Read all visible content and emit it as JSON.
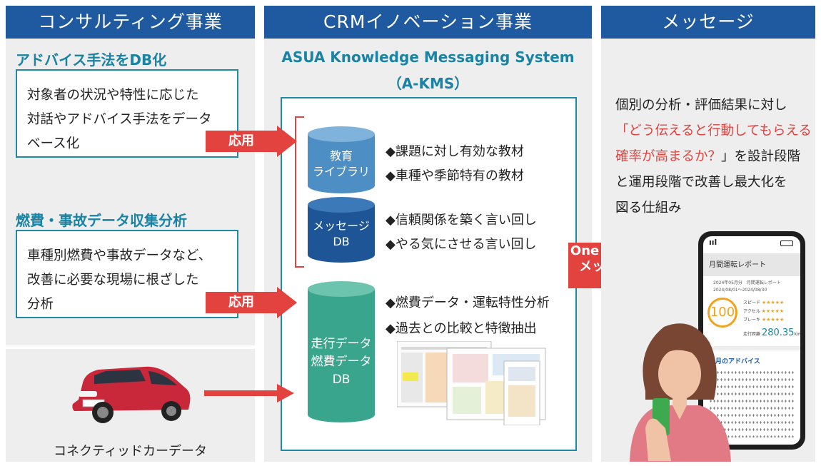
{
  "headers": {
    "consulting": "コンサルティング事業",
    "crm": "CRMイノベーション事業",
    "message": "メッセージ"
  },
  "consulting": {
    "section1_title": "アドバイス手法をDB化",
    "section1_lines": [
      "対象者の状況や特性に応じた",
      "対話やアドバイス手法をデータ",
      "ベース化"
    ],
    "section2_title": "燃費・事故データ収集分析",
    "section2_lines": [
      "車種別燃費や事故データなど、",
      "改善に必要な現場に根ざした",
      "分析"
    ],
    "car_caption": "コネクティッドカーデータ"
  },
  "arrows": {
    "apply1": "応用",
    "apply2": "応用",
    "one_to_one_line1": "One to One",
    "one_to_one_line2": "メッセージ"
  },
  "crm": {
    "system_name": "ASUA Knowledge Messaging System",
    "system_abbr": "（A-KMS）",
    "db1_line1": "教育",
    "db1_line2": "ライブラリ",
    "db1_bullets": [
      "◆課題に対し有効な教材",
      "◆車種や季節特有の教材"
    ],
    "db2_line1": "メッセージ",
    "db2_line2": "DB",
    "db2_bullets": [
      "◆信頼関係を築く言い回し",
      "◆やる気にさせる言い回し"
    ],
    "db3_line1": "走行データ",
    "db3_line2": "燃費データ",
    "db3_line3": "DB",
    "db3_bullets": [
      "◆燃費データ・運転特性分析",
      "◆過去との比較と特徴抽出"
    ]
  },
  "message": {
    "line1": "個別の分析・評価結果に対し",
    "line2_red": "「どう伝えると行動してもらえる",
    "line3_red": "確率が高まるか？",
    "line3_rest": "」を設計段階",
    "line4": "と運用段階で改善し最大化を",
    "line5": "図る仕組み"
  },
  "phone": {
    "report_title": "月間運転レポート",
    "period_line1": "2024年05月分　月間運転レポート",
    "period_line2": "2024/08/01〜2024/08/30",
    "score": "100",
    "ratings": [
      {
        "label": "スピード",
        "stars": "★★★★★"
      },
      {
        "label": "アクセル",
        "stars": "★★★★★"
      },
      {
        "label": "ブレーキ",
        "stars": "★★★★★"
      }
    ],
    "distance_label": "走行距離",
    "distance_value": "280.35",
    "distance_unit": "km",
    "advice_title": "今月のアドバイス",
    "status_signal": "ııl"
  },
  "colors": {
    "header_blue": "#1f5aa0",
    "teal": "#1a83a4",
    "red": "#e2433e",
    "panel_gray": "#eeeeee"
  }
}
